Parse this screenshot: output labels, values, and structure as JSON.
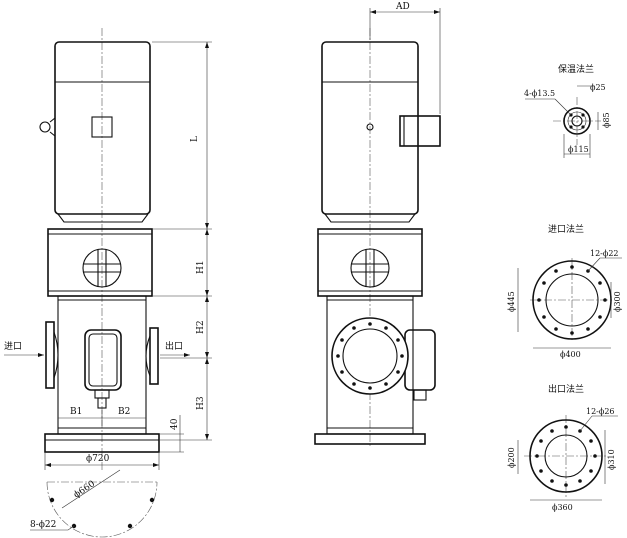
{
  "dimensions": {
    "ad": "AD",
    "l": "L",
    "h1": "H1",
    "h2": "H2",
    "h3": "H3",
    "b1": "B1",
    "b2": "B2",
    "base_height": "40",
    "base_dia": "ϕ720",
    "bolt_circle": "ϕ660",
    "base_holes": "8-ϕ22"
  },
  "ports": {
    "inlet": "进口",
    "outlet": "出口"
  },
  "insulation_flange": {
    "title": "保温法兰",
    "holes": "4-ϕ13.5",
    "bore": "ϕ25",
    "bolt_circle": "ϕ85",
    "outer": "ϕ115"
  },
  "inlet_flange": {
    "title": "进口法兰",
    "holes": "12-ϕ22",
    "outer": "ϕ445",
    "bolt_circle": "ϕ400",
    "bore": "ϕ300"
  },
  "outlet_flange": {
    "title": "出口法兰",
    "holes": "12-ϕ26",
    "bore": "ϕ200",
    "outer": "ϕ360",
    "bolt_circle": "ϕ310"
  }
}
